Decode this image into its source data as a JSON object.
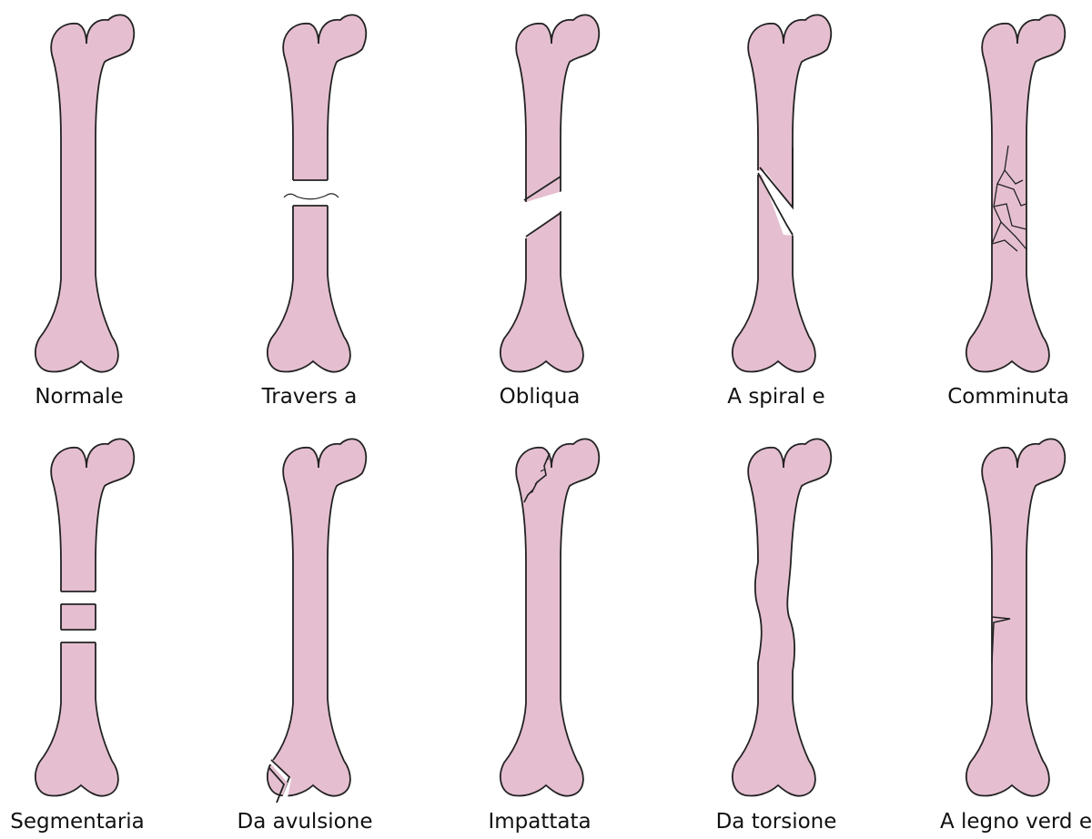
{
  "diagram": {
    "colors": {
      "bone_fill": "#E5BFD0",
      "outline": "#222222",
      "label": "#111111",
      "background": "#FFFFFF"
    },
    "rows": [
      {
        "panels": [
          {
            "label": "Normale",
            "variant": "normal"
          },
          {
            "label": "Travers a",
            "variant": "transverse"
          },
          {
            "label": "Obliqua",
            "variant": "oblique"
          },
          {
            "label": "A spiral e",
            "variant": "spiral"
          },
          {
            "label": "Comminuta",
            "variant": "comminuted"
          }
        ]
      },
      {
        "panels": [
          {
            "label": "Segmentaria",
            "variant": "segmental"
          },
          {
            "label": "Da avulsione",
            "variant": "avulsion"
          },
          {
            "label": "Impattata",
            "variant": "impacted"
          },
          {
            "label": "Da torsione",
            "variant": "torsion"
          },
          {
            "label": "A legno verd e",
            "variant": "greenstick"
          }
        ]
      }
    ]
  }
}
